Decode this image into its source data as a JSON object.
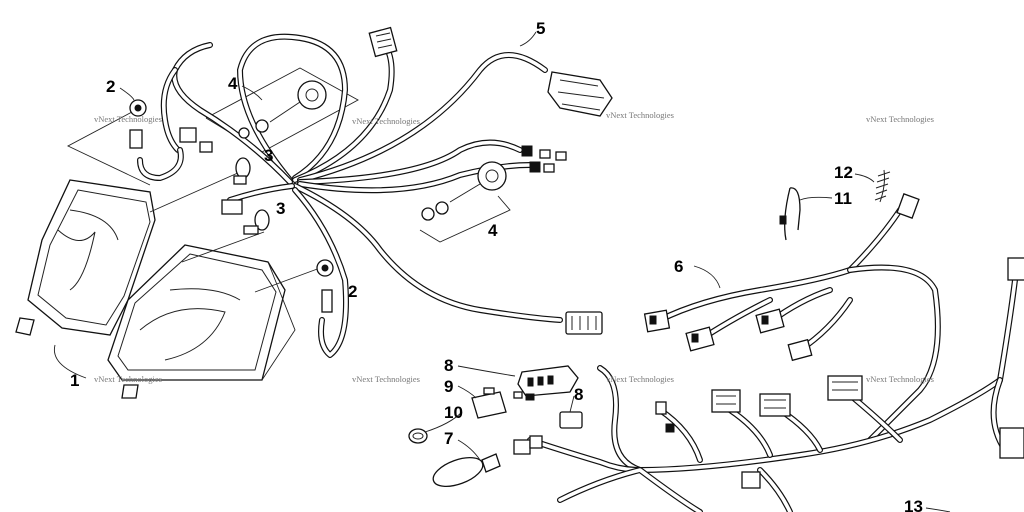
{
  "watermark": "vNext Technologies",
  "callouts": {
    "c1": "1",
    "c2a": "2",
    "c2b": "2",
    "c3a": "3",
    "c3b": "3",
    "c4a": "4",
    "c4b": "4",
    "c5": "5",
    "c6": "6",
    "c7": "7",
    "c8a": "8",
    "c8b": "8",
    "c9": "9",
    "c10": "10",
    "c11": "11",
    "c12": "12",
    "c13": "13"
  }
}
